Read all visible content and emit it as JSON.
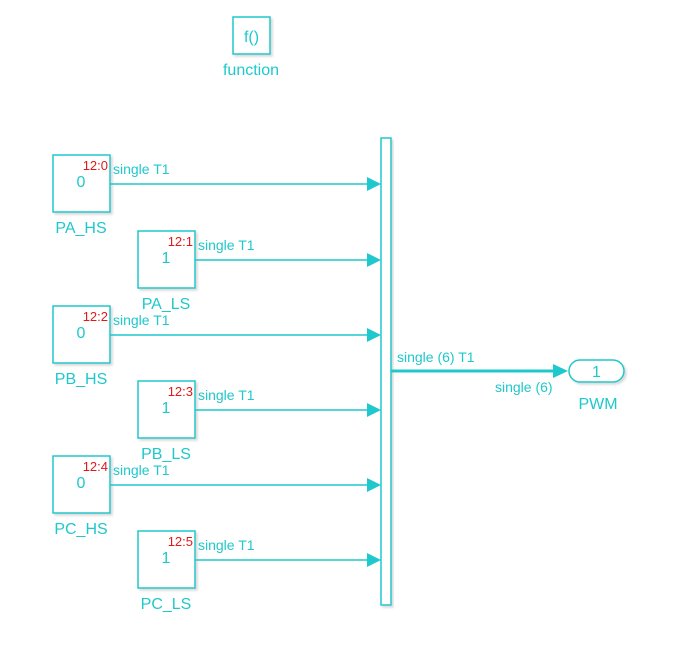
{
  "colors": {
    "block": "#1fc8cc",
    "signal": "#1fc8cc",
    "priority": "#e01818",
    "shadow": "#b8b8b8",
    "background": "#ffffff"
  },
  "function_block": {
    "glyph": "f()",
    "label": "function"
  },
  "constants": [
    {
      "name": "PA_HS",
      "value": "0",
      "order": "12:0",
      "signal": "single T1"
    },
    {
      "name": "PA_LS",
      "value": "1",
      "order": "12:1",
      "signal": "single T1"
    },
    {
      "name": "PB_HS",
      "value": "0",
      "order": "12:2",
      "signal": "single T1"
    },
    {
      "name": "PB_LS",
      "value": "1",
      "order": "12:3",
      "signal": "single T1"
    },
    {
      "name": "PC_HS",
      "value": "0",
      "order": "12:4",
      "signal": "single T1"
    },
    {
      "name": "PC_LS",
      "value": "1",
      "order": "12:5",
      "signal": "single T1"
    }
  ],
  "mux": {
    "output_signal": "single (6) T1"
  },
  "outport": {
    "number": "1",
    "name": "PWM",
    "dimension_label": "single (6)"
  }
}
